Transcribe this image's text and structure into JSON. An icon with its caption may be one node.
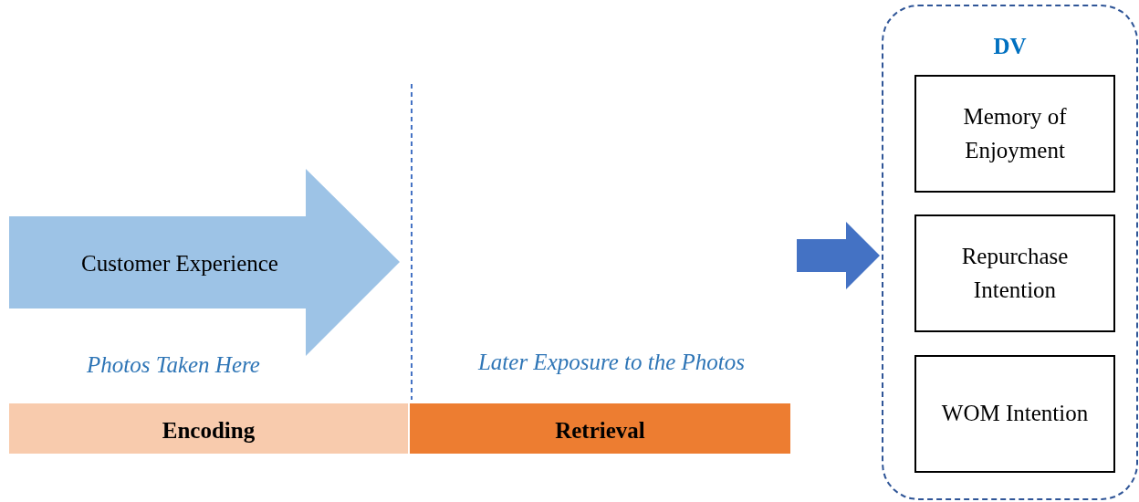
{
  "diagram": {
    "nodes": [
      {
        "text": [
          "Customer Experience"
        ]
      },
      {
        "text": [
          "Encoding"
        ]
      },
      {
        "text": [
          "Retrieval"
        ]
      },
      {
        "text": [
          "DV"
        ]
      },
      {
        "text": [
          "Memory of Enjoyment"
        ],
        "in": 3
      },
      {
        "text": [
          "Repurchase Intention"
        ],
        "in": 3
      },
      {
        "text": [
          "WOM Intention"
        ],
        "in": 3
      }
    ],
    "edges": [
      {
        "from": null,
        "to": 3,
        "arrow": "to"
      }
    ],
    "labels": [
      "Photos Taken Here",
      "Later Exposure to the Photos"
    ]
  }
}
